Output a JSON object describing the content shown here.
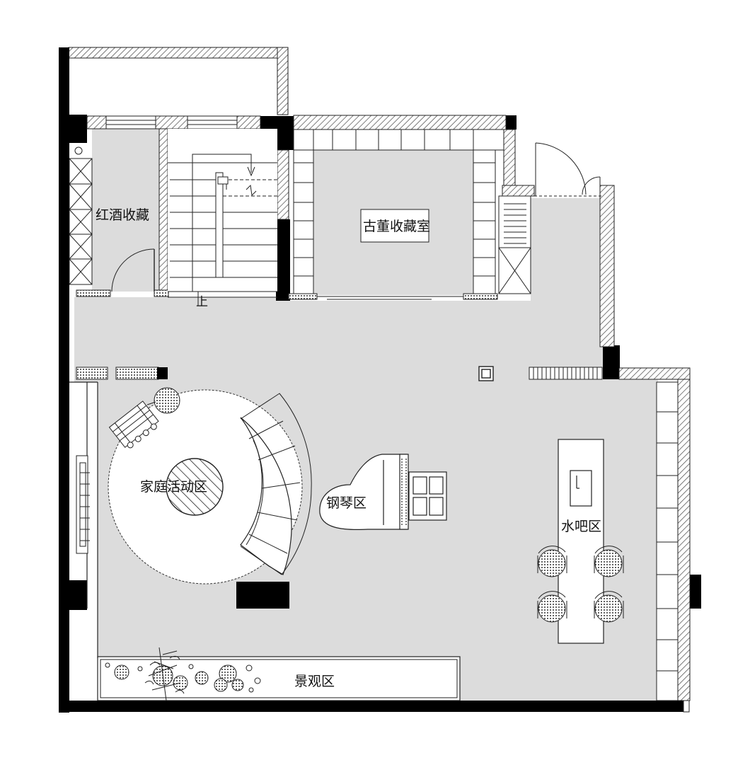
{
  "rooms": {
    "wine": "红酒收藏",
    "antique": "古董收藏室",
    "family": "家庭活动区",
    "piano": "钢琴区",
    "bar": "水吧区",
    "landscape": "景观区"
  },
  "stair": {
    "up_label": "上"
  },
  "colors": {
    "floor": "#dcdcdc",
    "wall_solid": "#000000",
    "line": "#222222",
    "hatch": "#555555",
    "background": "#ffffff"
  }
}
